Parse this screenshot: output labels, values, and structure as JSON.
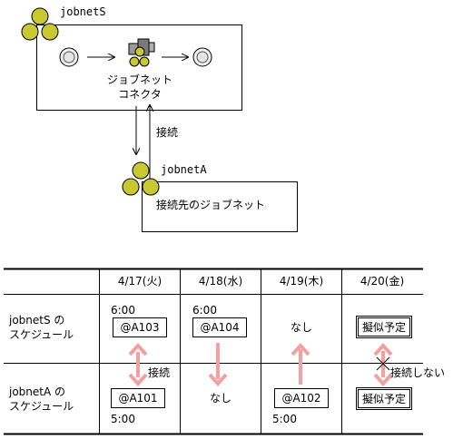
{
  "diagram": {
    "jobnet_s": {
      "name": "jobnetS"
    },
    "connector": {
      "label_line1": "ジョブネット",
      "label_line2": "コネクタ"
    },
    "connection_label": "接続",
    "jobnet_a": {
      "name": "jobnetA",
      "label": "接続先のジョブネット"
    }
  },
  "schedule_table": {
    "columns": [
      "4/17(火)",
      "4/18(水)",
      "4/19(木)",
      "4/20(金)"
    ],
    "rows": [
      {
        "label_line1": "jobnetS の",
        "label_line2": "スケジュール",
        "cells": [
          {
            "time": "6:00",
            "value": "@A103"
          },
          {
            "time": "6:00",
            "value": "@A104"
          },
          {
            "value": "なし"
          },
          {
            "value": "擬似予定"
          }
        ]
      },
      {
        "label_line1": "jobnetA の",
        "label_line2": "スケジュール",
        "cells": [
          {
            "time": "5:00",
            "value": "@A101"
          },
          {
            "value": "なし"
          },
          {
            "time": "5:00",
            "value": "@A102"
          },
          {
            "value": "擬似予定"
          }
        ]
      }
    ],
    "annotations": {
      "connected": "接続",
      "not_connected": "接続しない"
    }
  },
  "colors": {
    "jobnet_circle": "#c8c832",
    "arrow_pink": "#f4a0a0"
  }
}
